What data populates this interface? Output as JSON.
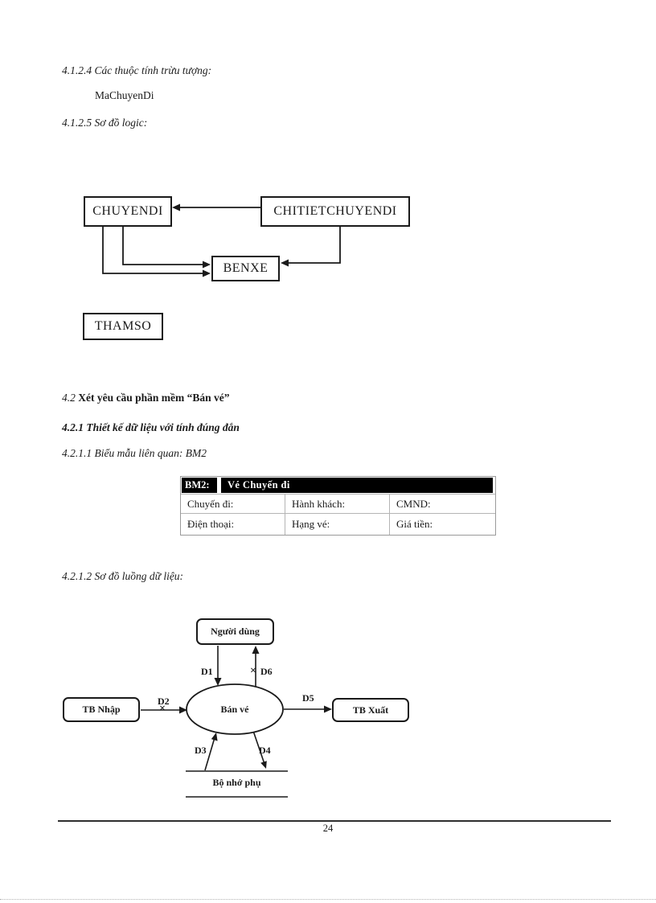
{
  "document": {
    "sections": {
      "s4_1_2_4": "4.1.2.4 Các thuộc tính trừu tượng:",
      "attribute_item": "MaChuyenDi",
      "s4_1_2_5": "4.1.2.5 Sơ đồ logic:",
      "s4_2_num": "4.2",
      "s4_2_title": "Xét yêu cầu phần mềm “Bán vé”",
      "s4_2_1": "4.2.1 Thiết kế dữ liệu với tính đúng đắn",
      "s4_2_1_1": "4.2.1.1 Biểu mẫu liên quan: BM2",
      "s4_2_1_2": "4.2.1.2 Sơ đồ luồng dữ liệu:"
    },
    "footer": {
      "page_number": "24"
    }
  },
  "logic_diagram": {
    "nodes": {
      "chuyendi": "CHUYENDI",
      "chitietchuyendi": "CHITIETCHUYENDI",
      "benxe": "BENXE",
      "thamso": "THAMSO"
    }
  },
  "bm2_form": {
    "tag": "BM2:",
    "title": "Vé Chuyến đi",
    "rows": [
      [
        "Chuyến đi:",
        "Hành khách:",
        "CMND:"
      ],
      [
        "Điện thoại:",
        "Hạng vé:",
        "Giá tiền:"
      ]
    ]
  },
  "dfd": {
    "nodes": {
      "user": "Người dùng",
      "input_device": "TB Nhập",
      "process": "Bán vé",
      "output_device": "TB Xuất",
      "storage": "Bộ nhớ phụ"
    },
    "flows": {
      "d1": "D1",
      "d2": "D2",
      "d3": "D3",
      "d4": "D4",
      "d5": "D5",
      "d6": "D6"
    },
    "cross_mark": "×"
  }
}
